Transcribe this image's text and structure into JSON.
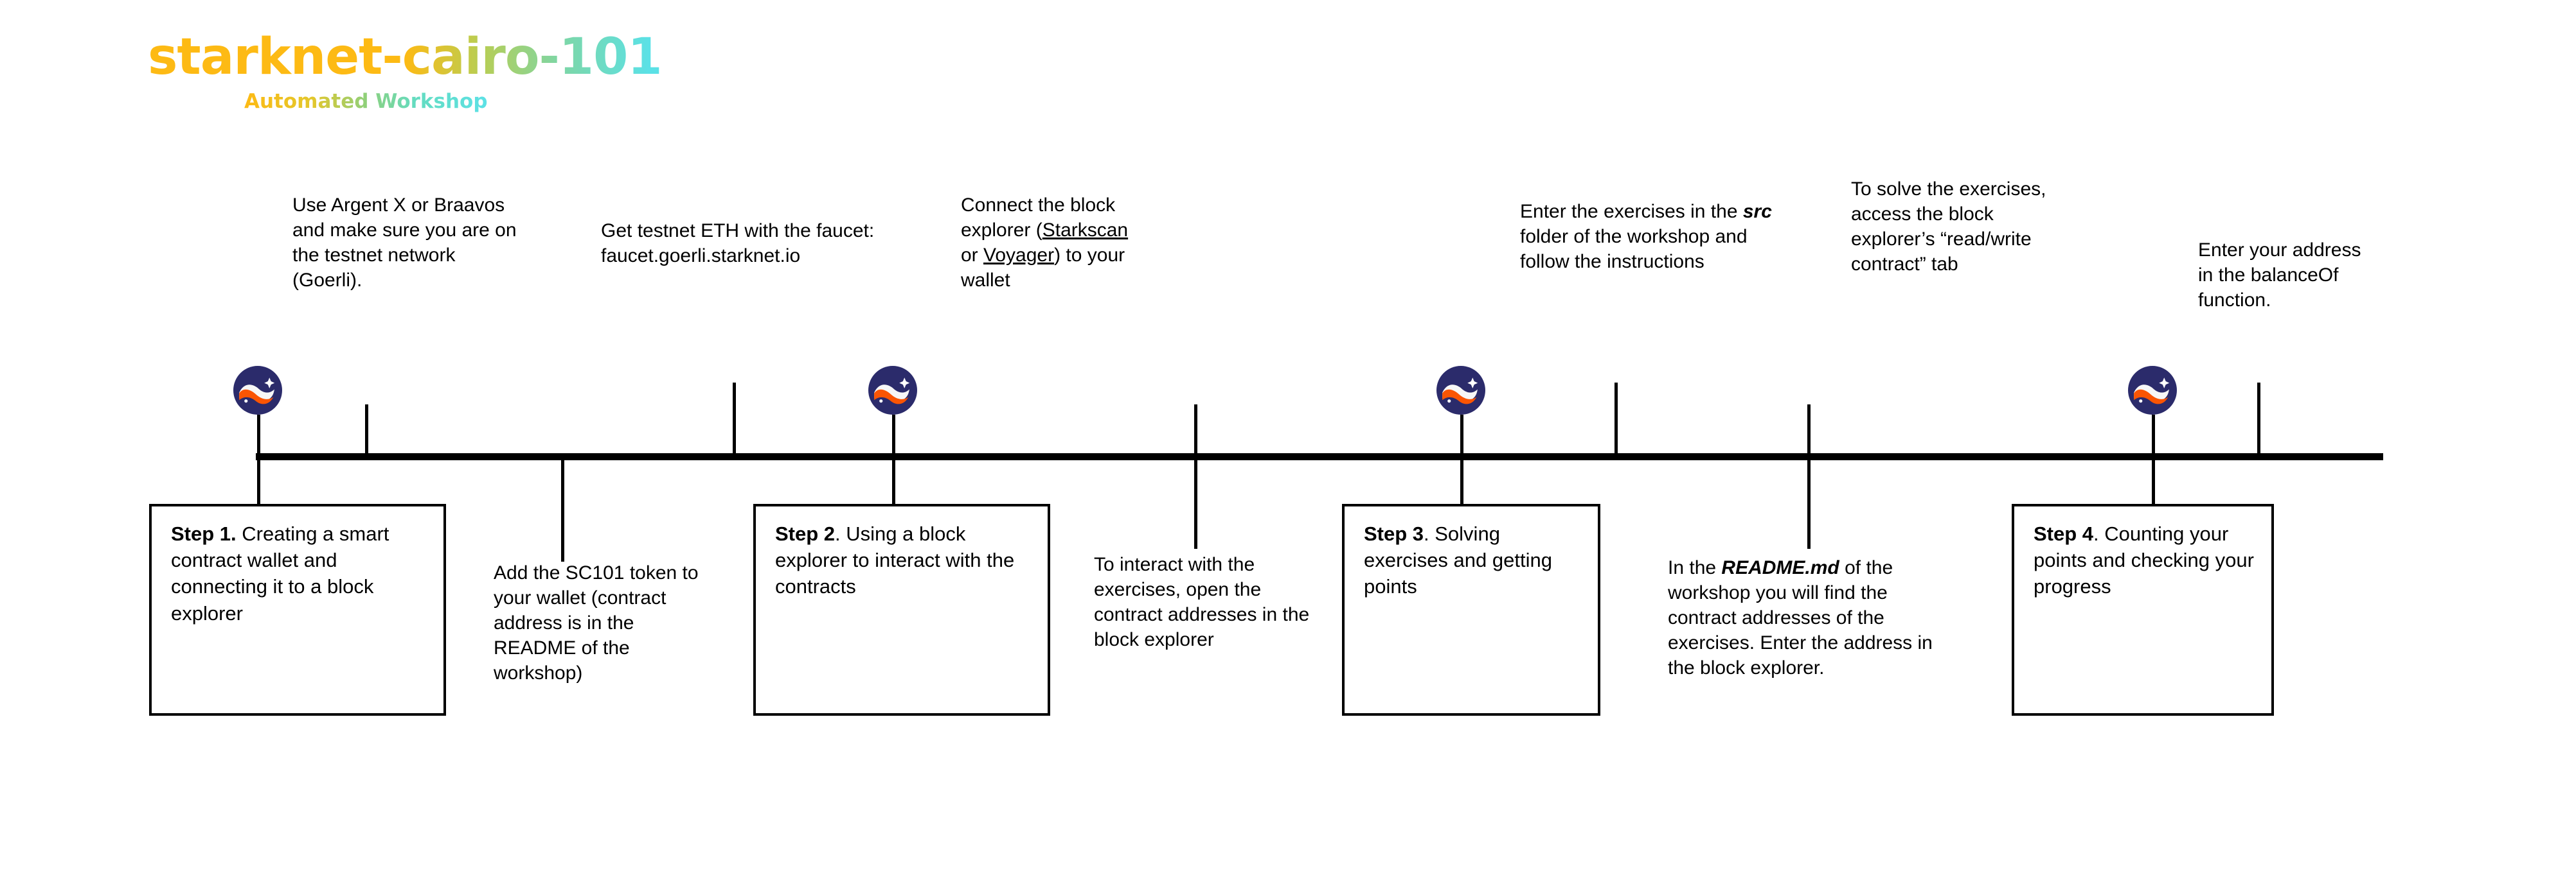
{
  "header": {
    "title": "starknet-cairo-101",
    "subtitle": "Automated Workshop",
    "gradient_start": "#FDBA14",
    "gradient_end": "#5CE1E6"
  },
  "logo": {
    "name": "starknet-logo",
    "circle_color": "#2B2B6B",
    "wave_white": "#F7F7F7",
    "wave_orange": "#FA5504"
  },
  "timeline": {
    "axis_color": "#000000",
    "markers": [
      {
        "id": "marker-1",
        "label": "starknet-logo"
      },
      {
        "id": "marker-2",
        "label": "starknet-logo"
      },
      {
        "id": "marker-3",
        "label": "starknet-logo"
      },
      {
        "id": "marker-4",
        "label": "starknet-logo"
      }
    ]
  },
  "notes": {
    "above": [
      {
        "id": "note-wallet",
        "text": "Use Argent X or Braavos and make sure you are on the testnet network (Goerli)."
      },
      {
        "id": "note-faucet",
        "text": "Get testnet ETH with the faucet: faucet.goerli.starknet.io"
      },
      {
        "id": "note-connect-explorer",
        "lead": "Connect the block explorer (",
        "link_1": "Starkscan",
        "mid": " or ",
        "link_2": "Voyager",
        "tail": ") to your wallet"
      },
      {
        "id": "note-src-folder",
        "lead": "Enter the exercises in the ",
        "emphasis": "src",
        "tail": " folder of the workshop and follow the instructions"
      },
      {
        "id": "note-read-write",
        "text": "To solve the exercises, access the block explorer’s “read/write contract” tab"
      },
      {
        "id": "note-balanceof",
        "text": "Enter your address in the balanceOf function."
      }
    ],
    "below": [
      {
        "id": "note-sc101-token",
        "text": "Add the SC101 token to your wallet (contract address is in the README of the workshop)"
      },
      {
        "id": "note-open-contract",
        "text": "To interact with the exercises, open the contract addresses in the block explorer"
      },
      {
        "id": "note-readme",
        "lead": "In the ",
        "emphasis": "README.md",
        "tail": " of the workshop you will find the contract addresses of the exercises. Enter the address in the block explorer."
      }
    ]
  },
  "steps": [
    {
      "id": "step-1",
      "label": "Step 1.",
      "text": " Creating a smart contract wallet and connecting it to a block explorer"
    },
    {
      "id": "step-2",
      "label": "Step 2",
      "text": ". Using a block explorer to interact with the contracts"
    },
    {
      "id": "step-3",
      "label": "Step 3",
      "text": ". Solving exercises and getting points"
    },
    {
      "id": "step-4",
      "label": "Step 4",
      "text": ". Counting your points and checking your progress"
    }
  ]
}
